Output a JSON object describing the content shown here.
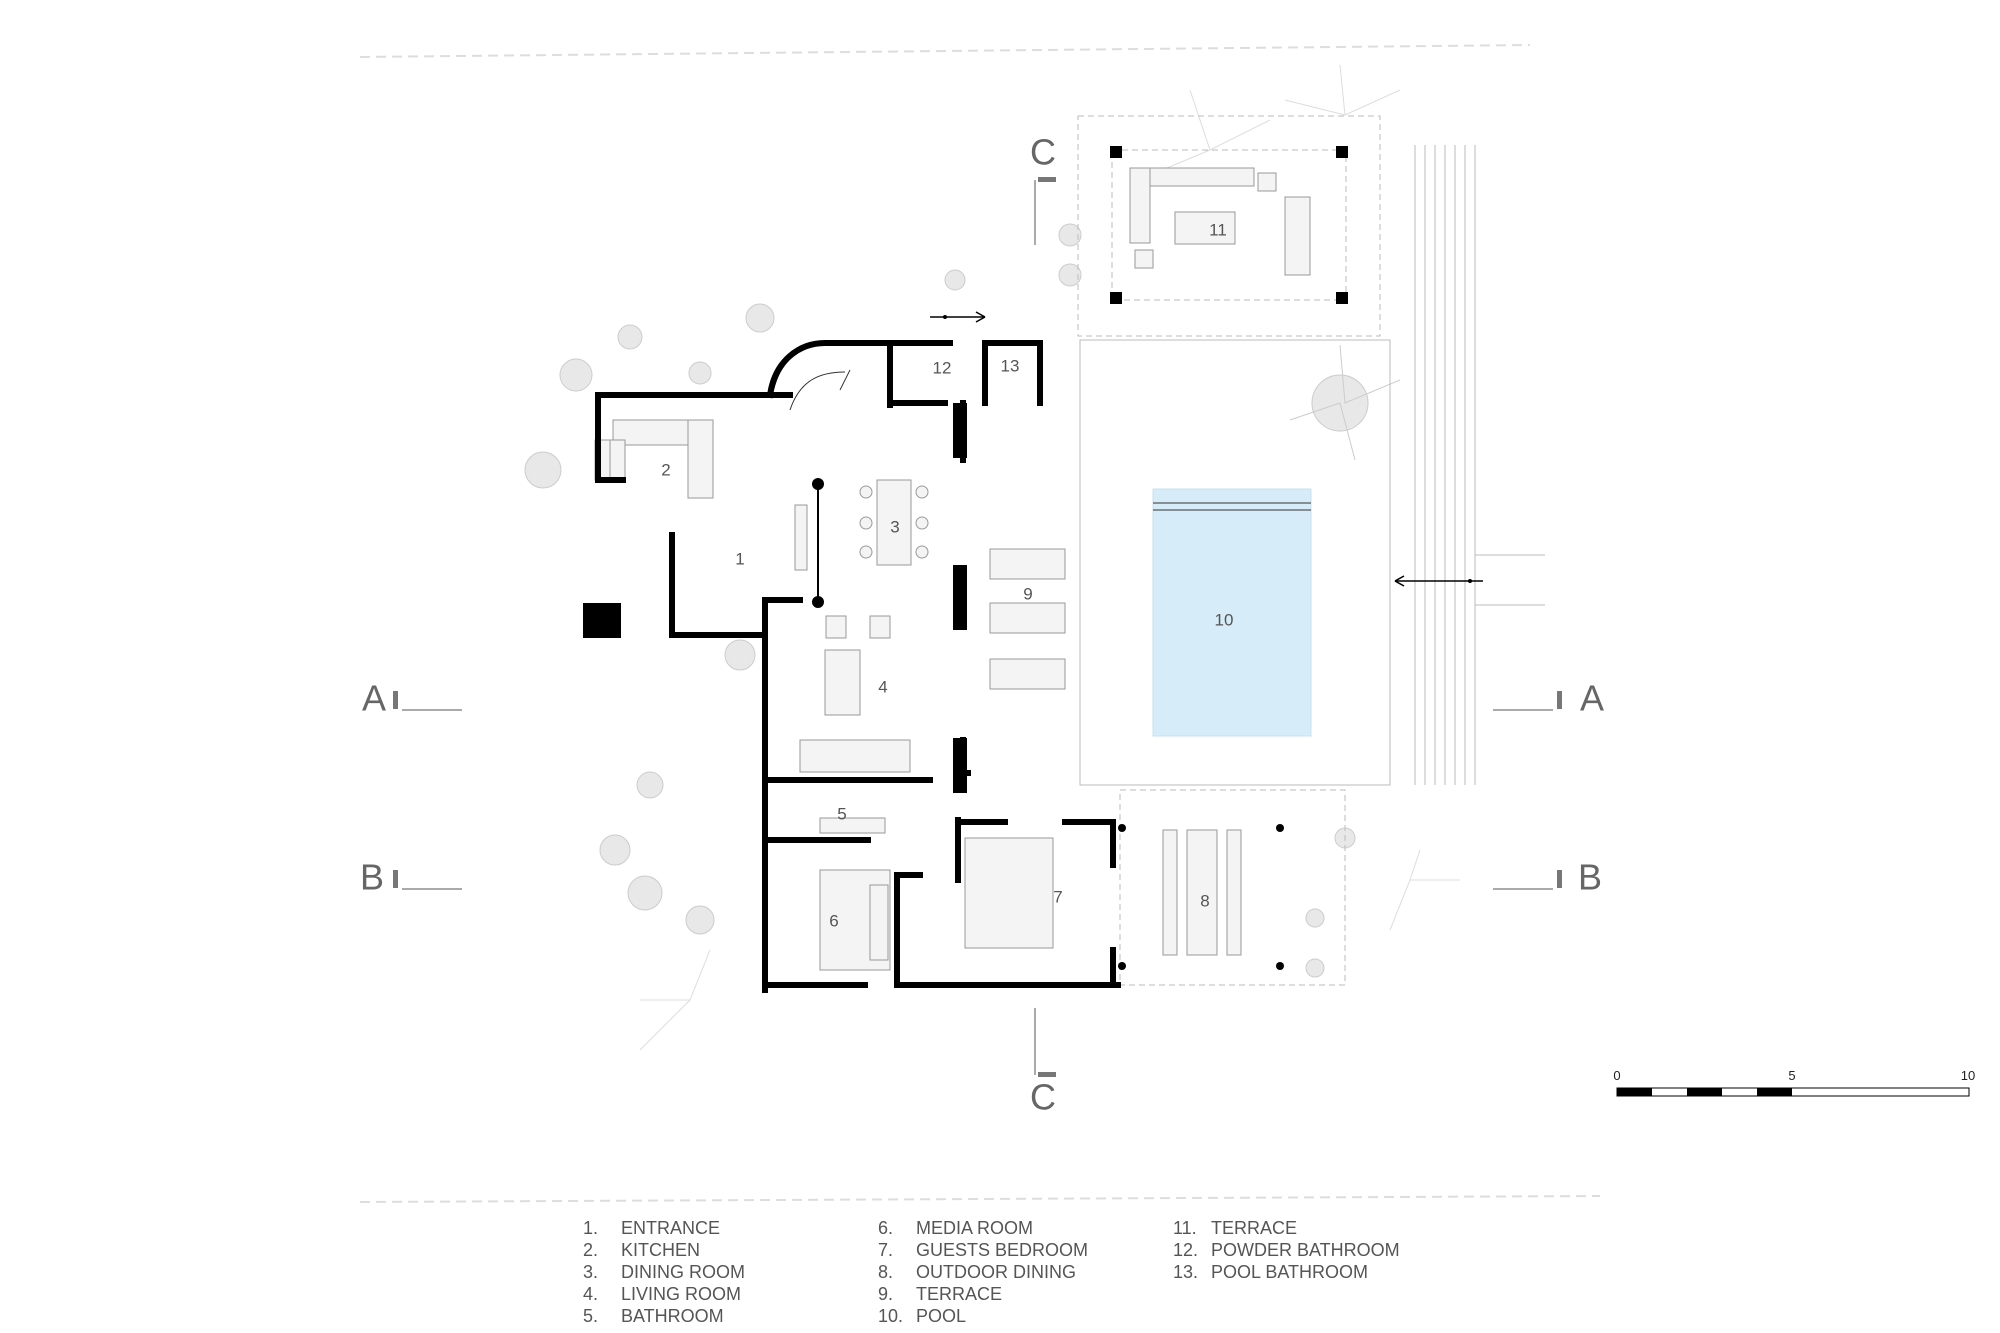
{
  "rooms": [
    {
      "id": "1",
      "name": "ENTRANCE"
    },
    {
      "id": "2",
      "name": "KITCHEN"
    },
    {
      "id": "3",
      "name": "DINING ROOM"
    },
    {
      "id": "4",
      "name": "LIVING ROOM"
    },
    {
      "id": "5",
      "name": "BATHROOM"
    },
    {
      "id": "6",
      "name": "MEDIA ROOM"
    },
    {
      "id": "7",
      "name": "GUESTS BEDROOM"
    },
    {
      "id": "8",
      "name": "OUTDOOR DINING"
    },
    {
      "id": "9",
      "name": "TERRACE"
    },
    {
      "id": "10",
      "name": "POOL"
    },
    {
      "id": "11",
      "name": "TERRACE"
    },
    {
      "id": "12",
      "name": "POWDER BATHROOM"
    },
    {
      "id": "13",
      "name": "POOL BATHROOM"
    }
  ],
  "legend_numbers": [
    "1.",
    "2.",
    "3.",
    "4.",
    "5.",
    "6.",
    "7.",
    "8.",
    "9.",
    "10.",
    "11.",
    "12.",
    "13."
  ],
  "sections": {
    "a": "A",
    "b": "B",
    "c": "C"
  },
  "scale": {
    "start": "0",
    "mid": "5",
    "end": "10"
  },
  "colors": {
    "walls": "#000000",
    "pool": "#d6ecf8",
    "lines": "#bbbbbb",
    "plants": "#e8e8e8"
  }
}
